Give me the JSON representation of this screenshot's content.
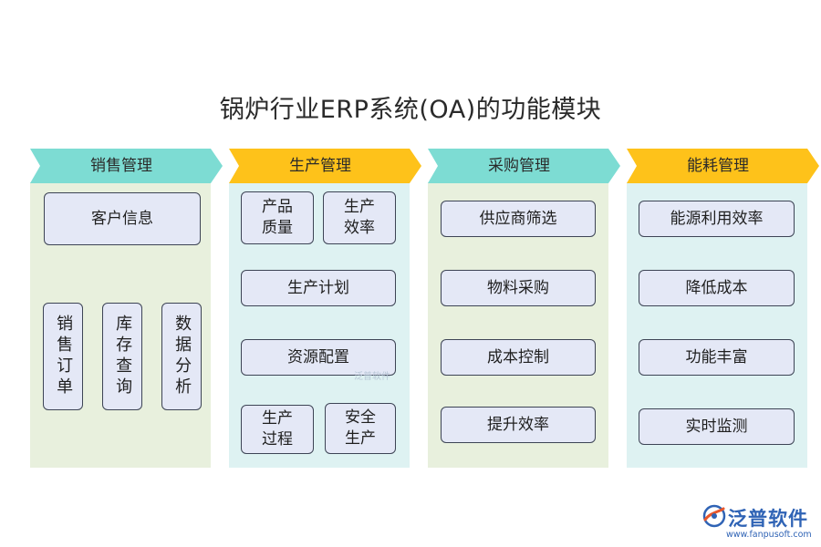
{
  "title": "锅炉行业ERP系统(OA)的功能模块",
  "colors": {
    "teal_header": "#7ddcd3",
    "gold_header": "#fec21a",
    "green_panel": "#e8f0dd",
    "cyan_panel": "#def2f2",
    "box_fill": "#e4e8f6",
    "box_border": "#3d4455",
    "logo_blue": "#2f63b5"
  },
  "columns": [
    {
      "header": "销售管理",
      "items": [
        "客户信息",
        "销售订单",
        "库存查询",
        "数据分析"
      ]
    },
    {
      "header": "生产管理",
      "items": [
        "产品质量",
        "生产效率",
        "生产计划",
        "资源配置",
        "生产过程",
        "安全生产"
      ]
    },
    {
      "header": "采购管理",
      "items": [
        "供应商筛选",
        "物料采购",
        "成本控制",
        "提升效率"
      ]
    },
    {
      "header": "能耗管理",
      "items": [
        "能源利用效率",
        "降低成本",
        "功能丰富",
        "实时监测"
      ]
    }
  ],
  "watermark": "泛普软件",
  "logo": {
    "name": "泛普软件",
    "url": "www.fanpusoft.com",
    "icon": "fanpu-logo-icon"
  }
}
